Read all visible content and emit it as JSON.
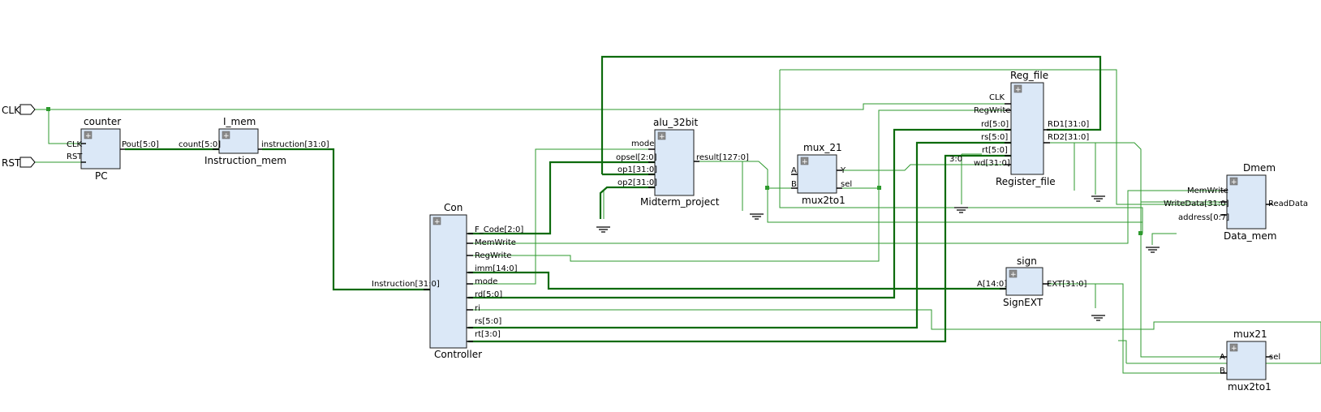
{
  "ports": {
    "clk": "CLK",
    "rst": "RST"
  },
  "counter": {
    "inst": "counter",
    "cell": "PC",
    "clk": "CLK",
    "rst": "RST",
    "out": "Pout[5:0]"
  },
  "imem": {
    "inst": "I_mem",
    "cell": "Instruction_mem",
    "in": "count[5:0]",
    "out": "instruction[31:0]"
  },
  "alu": {
    "inst": "alu_32bit",
    "cell": "Midterm_project",
    "mode": "mode",
    "opsel": "opsel[2:0]",
    "op1": "op1[31:0]",
    "op2": "op2[31:0]",
    "out": "result[127:0]"
  },
  "mux_a": {
    "inst": "mux_21",
    "cell": "mux2to1",
    "a": "A",
    "b": "B",
    "y": "Y",
    "sel": "sel"
  },
  "regfile": {
    "inst": "Reg_file",
    "cell": "Register_file",
    "clk": "CLK",
    "regwrite": "RegWrite",
    "rd": "rd[5:0]",
    "rs": "rs[5:0]",
    "rt": "rt[5:0]",
    "wd": "wd[31:0]",
    "rd1": "RD1[31:0]",
    "rd2": "RD2[31:0]",
    "slice": "3:0"
  },
  "dmem": {
    "inst": "Dmem",
    "cell": "Data_mem",
    "memwrite": "MemWrite",
    "writedata": "WriteData[31:0]",
    "address": "address[0:7]",
    "readdata": "ReadData"
  },
  "con": {
    "inst": "Con",
    "cell": "Controller",
    "instruction": "Instruction[31:0]",
    "fcode": "F_Code[2:0]",
    "memwrite": "MemWrite",
    "regwrite": "RegWrite",
    "imm": "imm[14:0]",
    "mode": "mode",
    "rd": "rd[5:0]",
    "ri": "ri",
    "rs": "rs[5:0]",
    "rt": "rt[3:0]"
  },
  "sign": {
    "inst": "sign",
    "cell": "SignEXT",
    "in": "A[14:0]",
    "out": "EXT[31:0]"
  },
  "mux_b": {
    "inst": "mux21",
    "cell": "mux2to1",
    "a": "A",
    "b": "B",
    "sel": "sel"
  }
}
